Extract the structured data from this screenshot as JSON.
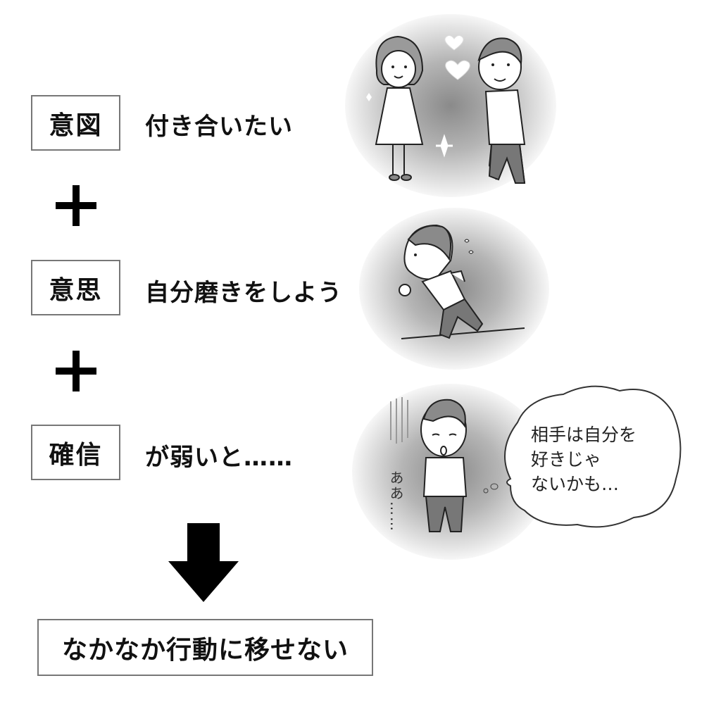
{
  "rows": [
    {
      "label": "意図",
      "description": "付き合いたい",
      "illustration": "couple-with-hearts"
    },
    {
      "label": "意思",
      "description": "自分磨きをしよう",
      "illustration": "boy-running"
    },
    {
      "label": "確信",
      "description": "が弱いと……",
      "illustration": "boy-disheartened"
    }
  ],
  "operators": [
    "+",
    "+"
  ],
  "arrow_icon": "down-arrow",
  "result": "なかなか行動に移せない",
  "thought_bubble": {
    "lines": [
      "相手は自分を",
      "好きじゃ",
      "ないかも…"
    ]
  },
  "sigh_text": "ああ……",
  "colors": {
    "background": "#ffffff",
    "text": "#111111",
    "box_border": "#777777",
    "shadow": "#8a8a8a"
  }
}
